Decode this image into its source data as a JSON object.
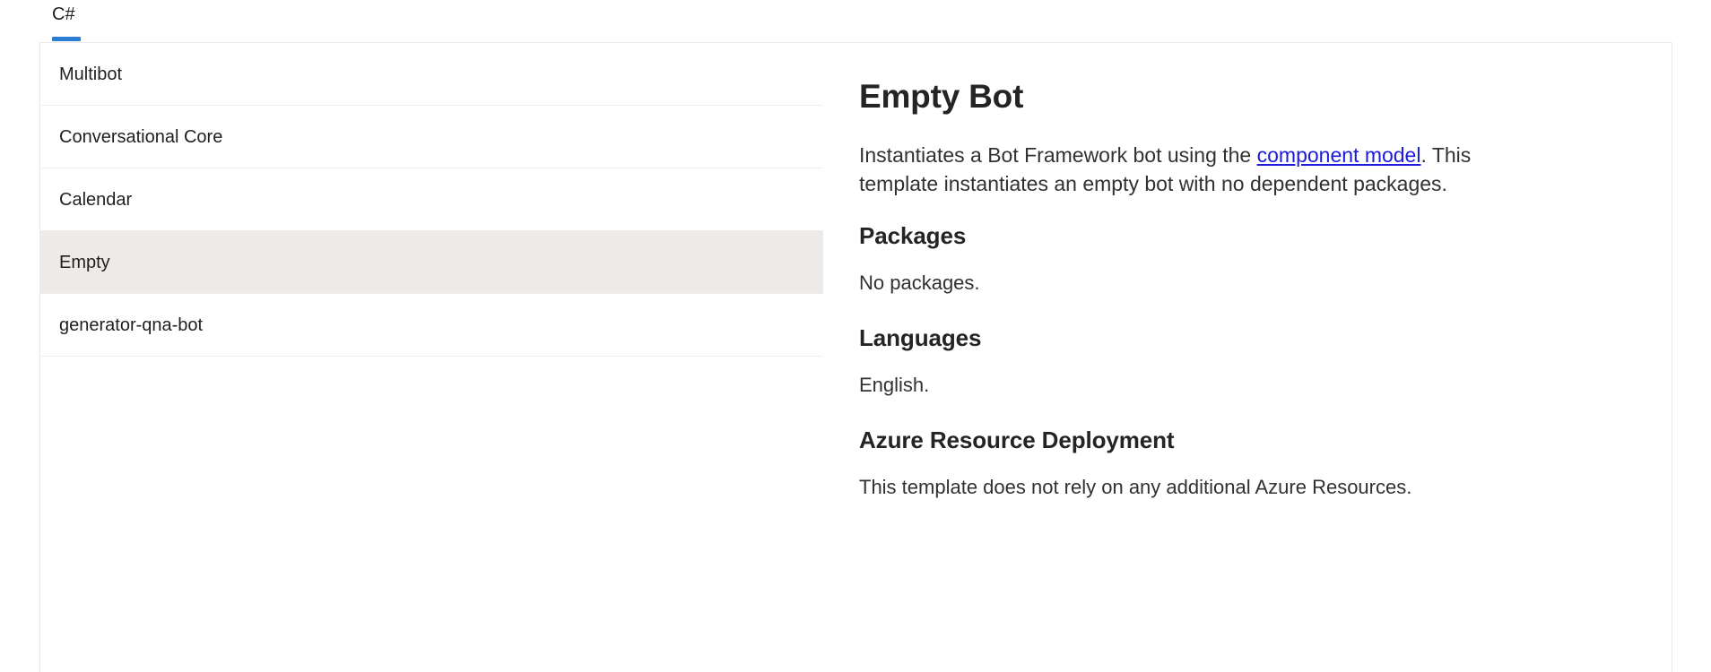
{
  "tabs": [
    {
      "label": "C#",
      "active": true
    }
  ],
  "template_list": {
    "items": [
      {
        "label": "Multibot",
        "selected": false
      },
      {
        "label": "Conversational Core",
        "selected": false
      },
      {
        "label": "Calendar",
        "selected": false
      },
      {
        "label": "Empty",
        "selected": true
      },
      {
        "label": "generator-qna-bot",
        "selected": false
      }
    ]
  },
  "detail": {
    "title": "Empty Bot",
    "description": {
      "before_link": "Instantiates a Bot Framework bot using the ",
      "link_text": "component model",
      "after_link": ". This template instantiates an empty bot with no dependent packages."
    },
    "sections": [
      {
        "heading": "Packages",
        "body": "No packages."
      },
      {
        "heading": "Languages",
        "body": "English."
      },
      {
        "heading": "Azure Resource Deployment",
        "body": "This template does not rely on any additional Azure Resources."
      }
    ]
  },
  "colors": {
    "accent": "#2b7cd3",
    "link": "#1b1bdb",
    "selected_row": "#edebe9",
    "border": "#ebe9e7",
    "text": "#201f1e"
  }
}
